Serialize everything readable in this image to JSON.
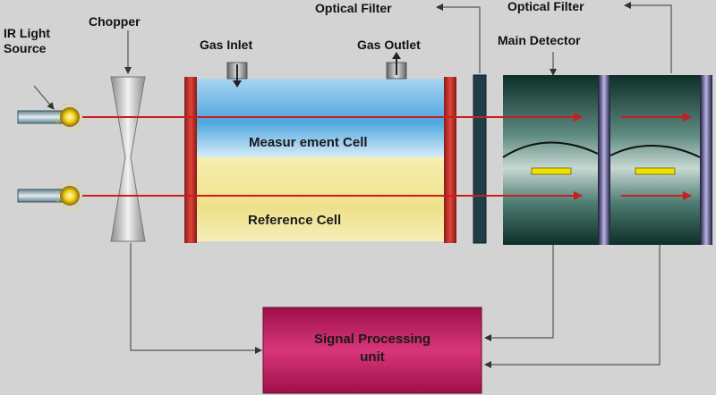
{
  "labels": {
    "ir_light_source_line1": "IR Light",
    "ir_light_source_line2": "Source",
    "chopper": "Chopper",
    "gas_inlet": "Gas Inlet",
    "gas_outlet": "Gas Outlet",
    "optical_filter_1": "Optical Filter",
    "optical_filter_2": "Optical Filter",
    "main_detector": "Main Detector",
    "measurement_cell": "Measur ement Cell",
    "reference_cell": "Reference Cell",
    "signal_processing_line1": "Signal Processing",
    "signal_processing_line2": "unit"
  },
  "colors": {
    "background": "#d3d3d3",
    "beam": "#c81e1e",
    "cell_window": "#c0322b",
    "measurement_cell_blue": "#5aaee6",
    "reference_cell_yellow": "#f0e596",
    "detector_dark_green": "#123a32",
    "signal_box": "#c2185b",
    "sensor_bar": "#f2e000"
  }
}
